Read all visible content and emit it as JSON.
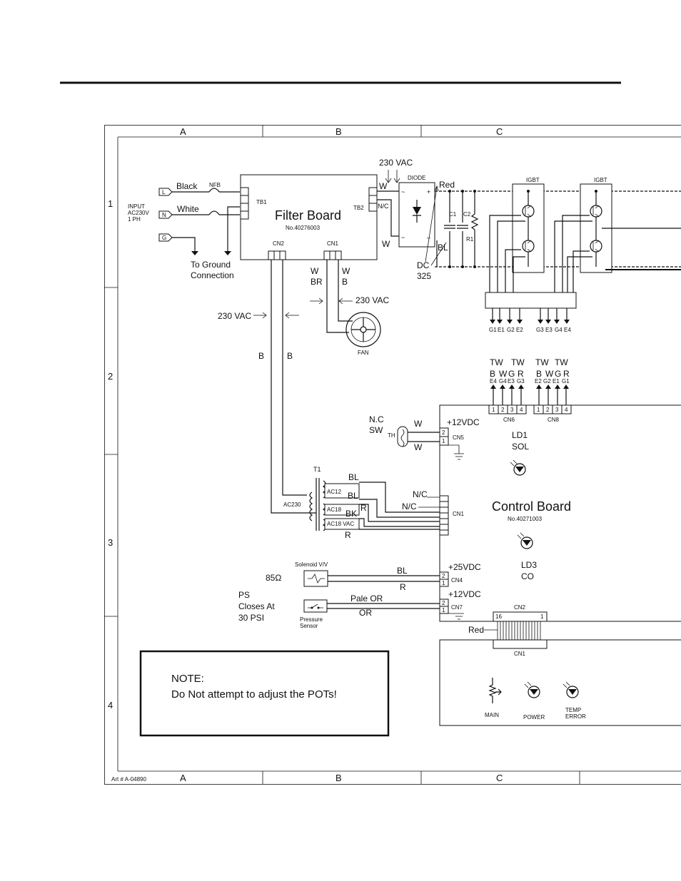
{
  "frame": {
    "columns": [
      "A",
      "B",
      "C"
    ],
    "rows": [
      "1",
      "2",
      "3",
      "4"
    ],
    "art_number": "Art # A-04890"
  },
  "input": {
    "label": [
      "INPUT",
      "AC230V",
      "1 PH"
    ],
    "terminals": [
      "L",
      "N",
      "G"
    ],
    "wire_black": "Black",
    "wire_white": "White",
    "breaker": "NFB",
    "ground": [
      "To Ground",
      "Connection"
    ]
  },
  "filter_board": {
    "title": "Filter Board",
    "part_no": "No.40276003",
    "tb1": "TB1",
    "tb2": "TB2",
    "cn2": "CN2",
    "cn1": "CN1"
  },
  "power_stage": {
    "vac_top": "230 VAC",
    "diode": "DIODE",
    "w_top": "W",
    "nc": "N/C",
    "w_bottom": "W",
    "red": "Red",
    "bl": "BL",
    "dc": [
      "DC",
      "325"
    ],
    "c1": "C1",
    "c2": "C2",
    "r1": "R1",
    "igbt": [
      "IGBT",
      "IGBT"
    ],
    "gate_labels": [
      "G1",
      "E1",
      "G2",
      "E2",
      "G3",
      "E3",
      "G4",
      "E4"
    ]
  },
  "fan_circuit": {
    "cn1_wires": [
      [
        "W",
        "BR"
      ],
      [
        "W",
        "B"
      ]
    ],
    "vac_fan": "230 VAC",
    "fan": "FAN",
    "vac_left": "230 VAC",
    "b_labels": [
      "B",
      "B"
    ]
  },
  "gate_wires": {
    "cn6": {
      "tw": [
        "TW",
        "TW"
      ],
      "colors": [
        "B",
        "W",
        "G",
        "R"
      ],
      "signals": [
        "E4",
        "G4",
        "E3",
        "G3"
      ],
      "pins": [
        "1",
        "2",
        "3",
        "4"
      ],
      "label": "CN6"
    },
    "cn8": {
      "tw": [
        "TW",
        "TW"
      ],
      "colors": [
        "B",
        "W",
        "G",
        "R"
      ],
      "signals": [
        "E2",
        "G2",
        "E1",
        "G1"
      ],
      "pins": [
        "1",
        "2",
        "3",
        "4"
      ],
      "label": "CN8"
    }
  },
  "thermal": {
    "switch": [
      "N.C",
      "SW"
    ],
    "th": "TH",
    "wires": [
      "W",
      "W"
    ],
    "supply": "+12VDC",
    "pins": [
      "2",
      "1"
    ],
    "connector": "CN5"
  },
  "transformer": {
    "name": "T1",
    "primary": "AC230",
    "taps": [
      "AC12",
      "AC18",
      "AC18 VAC"
    ],
    "wires": [
      "BL",
      "BL",
      "R",
      "BK",
      "R"
    ],
    "nc": [
      "N/C",
      "N/C"
    ],
    "connector": "CN1"
  },
  "control_board": {
    "title": "Control  Board",
    "part_no": "No.40271003",
    "ld1": [
      "LD1",
      "SOL"
    ],
    "ld3": [
      "LD3",
      "CO"
    ],
    "cn2": "CN2",
    "cn2_pins": [
      "16",
      "1"
    ],
    "red": "Red",
    "cn1": "CN1"
  },
  "solenoid": {
    "name": "Solenoid V/V",
    "resistance": "85Ω",
    "supply": "+25VDC",
    "wires": [
      "BL",
      "R"
    ],
    "pins": [
      "2",
      "1"
    ],
    "connector": "CN4"
  },
  "pressure": {
    "ps": [
      "PS",
      "Closes At",
      "30 PSI"
    ],
    "sensor": [
      "Pressure",
      "Sensor"
    ],
    "supply": "+12VDC",
    "wires": [
      "Pale OR",
      "OR"
    ],
    "pins": [
      "2",
      "1"
    ],
    "connector": "CN7"
  },
  "lower_board": {
    "labels": [
      "MAIN",
      "POWER",
      "TEMP",
      "ERROR"
    ]
  },
  "note": {
    "line1": "NOTE:",
    "line2": "Do Not attempt to adjust the POTs!"
  }
}
